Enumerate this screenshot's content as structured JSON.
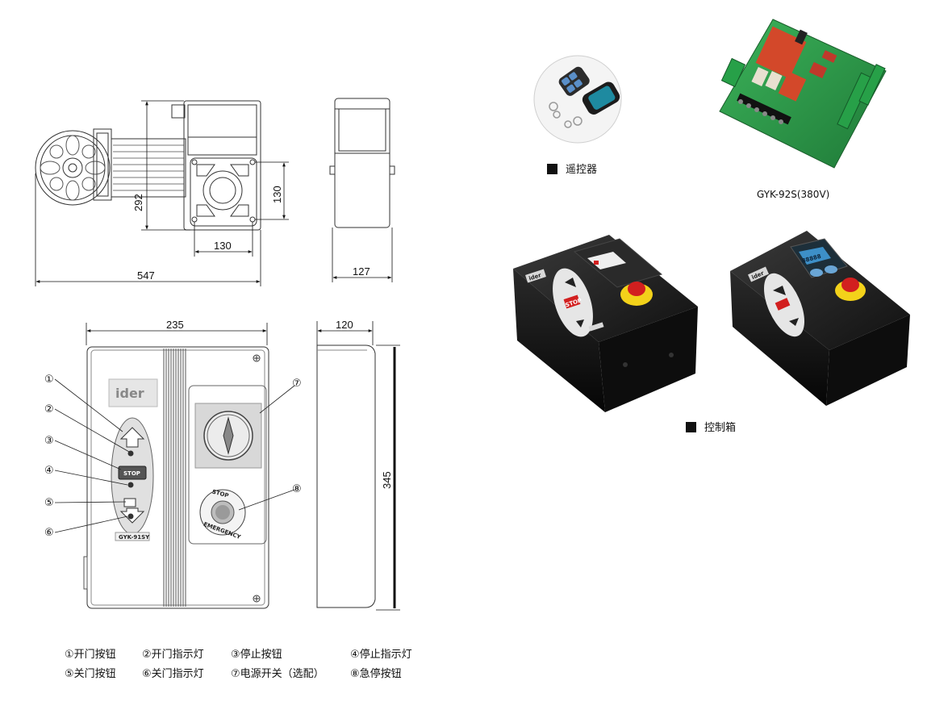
{
  "dims": {
    "motor_height": "292",
    "flange_height": "130",
    "flange_width": "130",
    "motor_length": "547",
    "motor_side_width": "127",
    "box_width": "235",
    "box_depth": "120",
    "box_height": "345"
  },
  "box_panel": {
    "brand": "ider",
    "stop_label": "STOP",
    "model_label": "GYK-91SY",
    "emergency_top": "STOP",
    "emergency_bottom": "EMERGENCY"
  },
  "callouts": [
    "①",
    "②",
    "③",
    "④",
    "⑤",
    "⑥",
    "⑦",
    "⑧"
  ],
  "legend": [
    "①开门按钮",
    "②开门指示灯",
    "③停止按钮",
    "④停止指示灯",
    "⑤关门按钮",
    "⑥关门指示灯",
    "⑦电源开关（选配）",
    "⑧急停按钮"
  ],
  "products": {
    "remote_caption": "遥控器",
    "board_caption": "GYK-92S(380V)",
    "box_caption": "控制箱",
    "box1_stop": "STOP",
    "box1_brand": "ider",
    "box2_brand": "ider",
    "display_value": "88888"
  },
  "colors": {
    "emergency_red": "#d21f1f",
    "emergency_yellow": "#f3d21a",
    "pcb_green": "#2e9a4a",
    "relay_red": "#d3482a",
    "box_black": "#1b1b1b",
    "remote_teal": "#1e8aa0",
    "display_blue": "#3d8fc7"
  }
}
